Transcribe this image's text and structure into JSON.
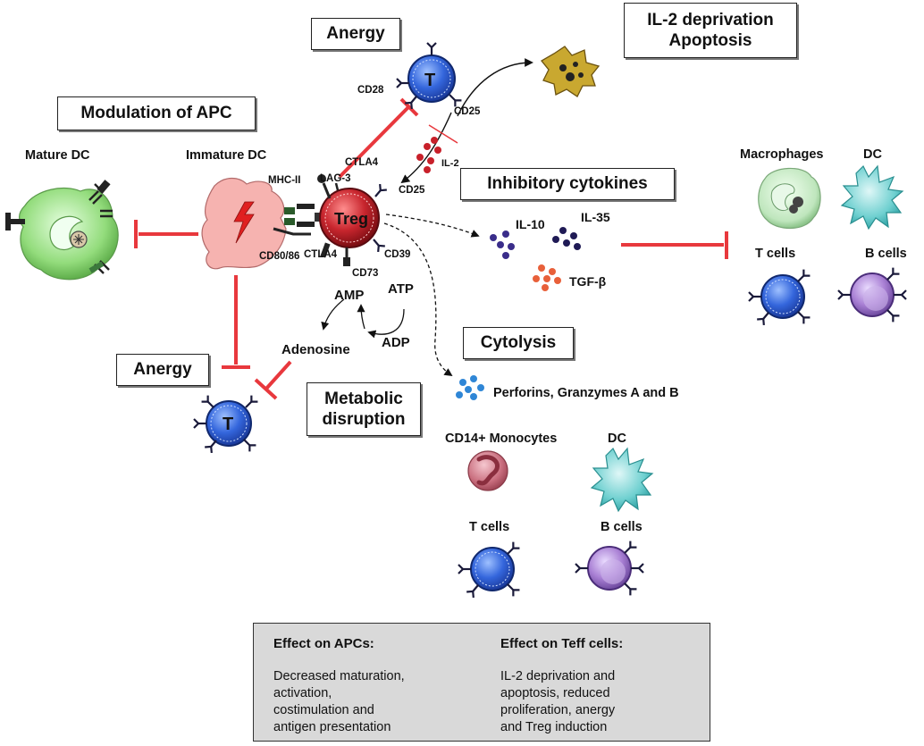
{
  "boxes": {
    "anergy_top": "Anergy",
    "il2_deprivation": "IL-2 deprivation\nApoptosis",
    "modulation_apc": "Modulation of APC",
    "inhibitory_cytokines": "Inhibitory cytokines",
    "anergy_left": "Anergy",
    "metabolic_disruption": "Metabolic\ndisruption",
    "cytolysis": "Cytolysis"
  },
  "cells": {
    "mature_dc": "Mature DC",
    "immature_dc": "Immature DC",
    "treg": "Treg",
    "t_top": "T",
    "t_left": "T",
    "macrophages": "Macrophages",
    "dc_right": "DC",
    "t_cells_right": "T cells",
    "b_cells_right": "B cells",
    "cd14_monocytes": "CD14+ Monocytes",
    "dc_bottom": "DC",
    "t_cells_bottom": "T cells",
    "b_cells_bottom": "B cells"
  },
  "molecules": {
    "cd28": "CD28",
    "cd25_top": "CD25",
    "il2": "IL-2",
    "ctla4_top": "CTLA4",
    "lag3": "LAG-3",
    "cd25_treg": "CD25",
    "mhcii": "MHC-II",
    "cd80_86": "CD80/86",
    "ctla4_bottom": "CTLA4",
    "cd39": "CD39",
    "cd73": "CD73",
    "amp": "AMP",
    "atp": "ATP",
    "adp": "ADP",
    "adenosine": "Adenosine",
    "il10": "IL-10",
    "il35": "IL-35",
    "tgfb": "TGF-β",
    "perforins": "Perforins, Granzymes A and B"
  },
  "summary": {
    "apc_heading": "Effect on APCs:",
    "apc_text": "Decreased maturation,\nactivation,\ncostimulation and\nantigen presentation",
    "teff_heading": "Effect on Teff cells:",
    "teff_text": "IL-2 deprivation and\napoptosis, reduced\nproliferation, anergy\nand Treg induction"
  },
  "colors": {
    "inhibition_red": "#e8383d",
    "treg": "#c0242c",
    "t_cell_blue": "#2f5fd6",
    "b_cell_purple": "#a57fd0",
    "dc_cyan": "#5cc8c8",
    "mature_dc_green": "#8fd87a",
    "immature_dc_pink": "#f4a3a0"
  }
}
